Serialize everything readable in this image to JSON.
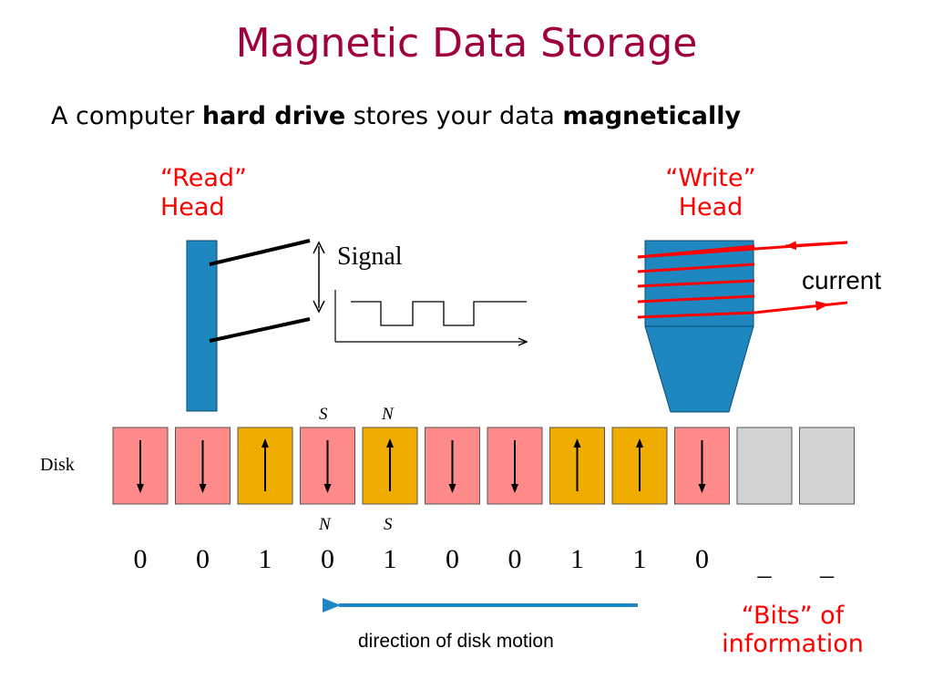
{
  "title": "Magnetic Data Storage",
  "subtitle": {
    "part1": "A computer ",
    "bold1": "hard drive",
    "part2": " stores your data ",
    "bold2": "magnetically"
  },
  "read_head": {
    "line1": "“Read”",
    "line2": "Head"
  },
  "write_head": {
    "line1": "“Write”",
    "line2": "Head"
  },
  "signal_label": "Signal",
  "current_label": "current",
  "disk_label": "Disk",
  "pole_top": [
    "S",
    "N"
  ],
  "pole_bottom": [
    "N",
    "S"
  ],
  "bits": [
    "0",
    "0",
    "1",
    "0",
    "1",
    "0",
    "0",
    "1",
    "1",
    "0",
    "_",
    "_"
  ],
  "cells": [
    "down",
    "down",
    "up",
    "down",
    "up",
    "down",
    "down",
    "up",
    "up",
    "down",
    "empty",
    "empty"
  ],
  "colors": {
    "zero_cell": "#ff8a8a",
    "one_cell": "#f0ad00",
    "empty_cell": "#d3d3d3",
    "head_blue": "#1f87c0",
    "red": "#ff0000",
    "title": "#a0003c"
  },
  "bits_label": {
    "line1": "“Bits” of",
    "line2": "information"
  },
  "motion_label": "direction of disk motion"
}
